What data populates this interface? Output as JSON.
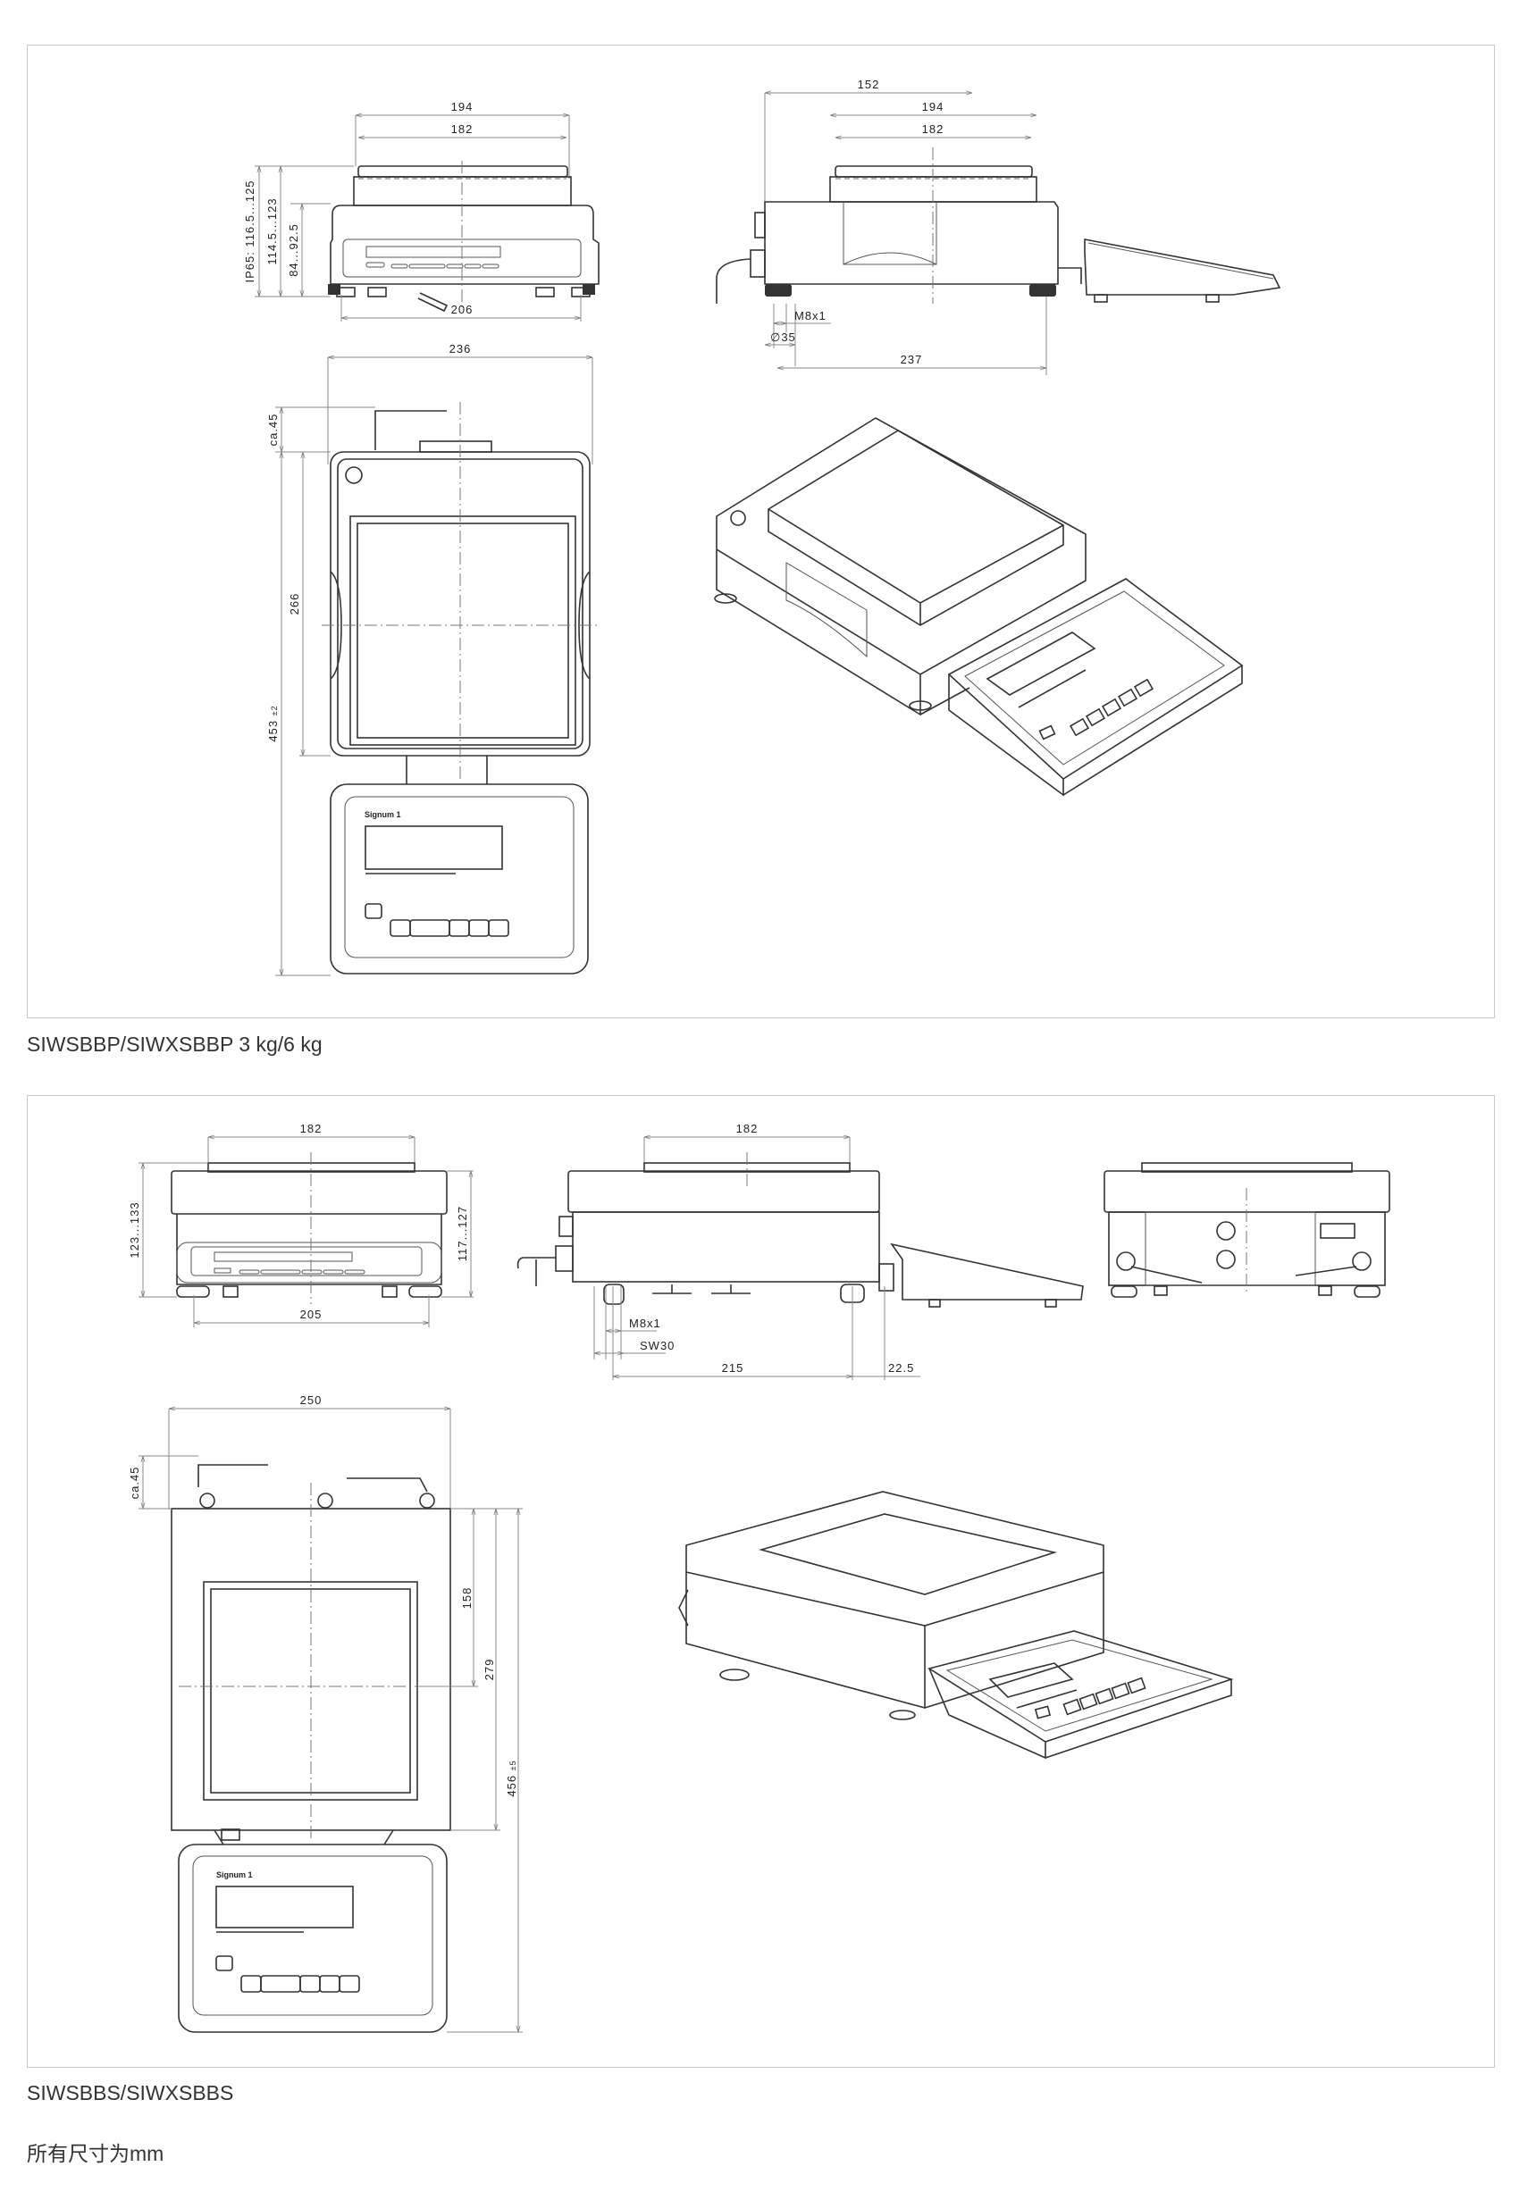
{
  "diagram1": {
    "caption": "SIWSBBP/SIWXSBBP 3 kg/6 kg",
    "front": {
      "w194": "194",
      "w182": "182",
      "h_ip65": "IP65: 116.5...125",
      "h_std": "114.5...123",
      "h_body": "84...92.5",
      "w206": "206",
      "w236": "236"
    },
    "side": {
      "d152": "152",
      "w194": "194",
      "w182": "182",
      "thread": "M8x1",
      "foot": "∅35",
      "d237": "237"
    },
    "top": {
      "cable": "ca.45",
      "d266": "266",
      "total": "453",
      "total_tol": "±2"
    },
    "brand": "Signum 1"
  },
  "diagram2": {
    "caption": "SIWSBBS/SIWXSBBS",
    "front": {
      "w182": "182",
      "h_left": "123...133",
      "h_right": "117...127",
      "w205": "205"
    },
    "side": {
      "w182": "182",
      "thread": "M8x1",
      "wrench": "SW30",
      "d215": "215",
      "d22": "22.5"
    },
    "top": {
      "w250": "250",
      "cable": "ca.45",
      "d158": "158",
      "d279": "279",
      "total": "456",
      "total_tol": "±5"
    },
    "brand": "Signum 1"
  },
  "footer": {
    "units_note": "所有尺寸为mm"
  }
}
